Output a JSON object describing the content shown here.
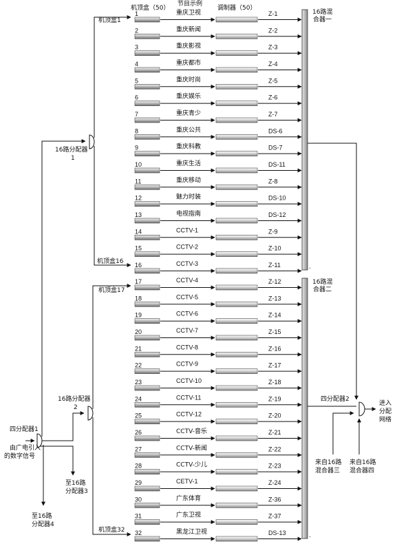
{
  "headers": {
    "stb": "机顶盒（50）",
    "program": "节目示例",
    "modulator": "调制器（50）"
  },
  "rows": [
    {
      "num": "1",
      "program": "重庆卫视",
      "channel": "Z-1"
    },
    {
      "num": "2",
      "program": "重庆新闻",
      "channel": "Z-2"
    },
    {
      "num": "3",
      "program": "重庆影视",
      "channel": "Z-3"
    },
    {
      "num": "4",
      "program": "重庆都市",
      "channel": "Z-4"
    },
    {
      "num": "5",
      "program": "重庆时尚",
      "channel": "Z-5"
    },
    {
      "num": "6",
      "program": "重庆娱乐",
      "channel": "Z-6"
    },
    {
      "num": "7",
      "program": "重庆青少",
      "channel": "Z-7"
    },
    {
      "num": "8",
      "program": "重庆公共",
      "channel": "DS-6"
    },
    {
      "num": "9",
      "program": "重庆科教",
      "channel": "DS-7"
    },
    {
      "num": "10",
      "program": "重庆生活",
      "channel": "DS-11"
    },
    {
      "num": "11",
      "program": "重庆移动",
      "channel": "Z-8"
    },
    {
      "num": "12",
      "program": "魅力时装",
      "channel": "DS-10"
    },
    {
      "num": "13",
      "program": "电视指南",
      "channel": "DS-12"
    },
    {
      "num": "14",
      "program": "CCTV-1",
      "channel": "Z-9"
    },
    {
      "num": "15",
      "program": "CCTV-2",
      "channel": "Z-10"
    },
    {
      "num": "16",
      "program": "CCTV-3",
      "channel": "Z-11"
    },
    {
      "num": "17",
      "program": "CCTV-4",
      "channel": "Z-12"
    },
    {
      "num": "18",
      "program": "CCTV-5",
      "channel": "Z-13"
    },
    {
      "num": "19",
      "program": "CCTV-6",
      "channel": "Z-14"
    },
    {
      "num": "20",
      "program": "CCTV-7",
      "channel": "Z-15"
    },
    {
      "num": "21",
      "program": "CCTV-8",
      "channel": "Z-16"
    },
    {
      "num": "22",
      "program": "CCTV-9",
      "channel": "Z-17"
    },
    {
      "num": "23",
      "program": "CCTV-10",
      "channel": "Z-18"
    },
    {
      "num": "24",
      "program": "CCTV-11",
      "channel": "Z-19"
    },
    {
      "num": "25",
      "program": "CCTV-12",
      "channel": "Z-20"
    },
    {
      "num": "26",
      "program": "CCTV-音乐",
      "channel": "Z-21"
    },
    {
      "num": "27",
      "program": "CCTV-新闻",
      "channel": "Z-22"
    },
    {
      "num": "28",
      "program": "CCTV-少儿",
      "channel": "Z-23"
    },
    {
      "num": "29",
      "program": "CETV-1",
      "channel": "Z-24"
    },
    {
      "num": "30",
      "program": "广东体育",
      "channel": "Z-36"
    },
    {
      "num": "31",
      "program": "广东卫视",
      "channel": "Z-37"
    },
    {
      "num": "32",
      "program": "黑龙江卫视",
      "channel": "DS-13"
    }
  ],
  "labels": {
    "stb1": "机顶盒1",
    "stb16": "机顶盒16",
    "stb17": "机顶盒17",
    "stb32": "机顶盒32",
    "splitter1_a": "16路分配器",
    "splitter1_b": "1",
    "splitter2_a": "16路分配器",
    "splitter2_b": "2",
    "quad1": "四分配器1",
    "source_a": "由广电引入",
    "source_b": "的数字信号",
    "to3_a": "至16路",
    "to3_b": "分配器3",
    "to4_a": "至16路",
    "to4_b": "分配器4",
    "mixer1_a": "16路混",
    "mixer1_b": "合器一",
    "mixer2_a": "16路混",
    "mixer2_b": "合器二",
    "quad2": "四分配器2",
    "from3_a": "来自16路",
    "from3_b": "混合器三",
    "from4_a": "来自16路",
    "from4_b": "混合器四",
    "out_a": "进入",
    "out_b": "分配",
    "out_c": "网络"
  }
}
